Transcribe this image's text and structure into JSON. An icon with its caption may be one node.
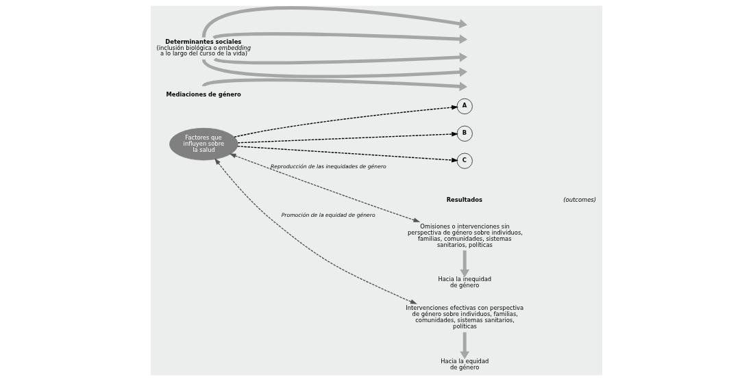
{
  "diagram": {
    "nodes": [
      {
        "text": [
          "Factores que influyen sobre la salud"
        ]
      },
      {
        "text": [
          "Mediaciones de género"
        ]
      },
      {
        "text": [
          "Determinantes sociales",
          "(inclusión biológica o *embedding* a lo largo del curso de la vida)"
        ]
      },
      {
        "text": [
          "A"
        ]
      },
      {
        "text": [
          "B"
        ]
      },
      {
        "text": [
          "C"
        ]
      },
      {
        "text": [
          "Intervenciones efectivas con perspectiva de género sobre individuos, familias, comunidades, sistemas sanitarios, políticas"
        ]
      },
      {
        "text": [
          "Hacia la equidad de género"
        ]
      },
      {
        "text": [
          "Omisiones o intervenciones sin perspectiva de género sobre individuos, familias, comunidades, sistemas sanitarios, políticas"
        ]
      },
      {
        "text": [
          "Hacia la inequidad de género"
        ]
      }
    ],
    "edges": [
      {
        "from": 0,
        "to": 3,
        "arrow": "to",
        "style": "dashed",
        "color": "#000000"
      },
      {
        "from": 0,
        "to": 4,
        "arrow": "to",
        "style": "dashed",
        "color": "#000000"
      },
      {
        "from": 0,
        "to": 5,
        "arrow": "to",
        "style": "dashed",
        "color": "#000000"
      },
      {
        "from": 1,
        "to": null,
        "arrow": "to"
      },
      {
        "from": 2,
        "to": null,
        "arrow": "to"
      },
      {
        "from": 2,
        "to": null,
        "arrow": "to"
      },
      {
        "from": 2,
        "to": null,
        "arrow": "to"
      },
      {
        "from": 2,
        "to": null,
        "arrow": "to"
      },
      {
        "from": 6,
        "to": 7,
        "arrow": "to"
      },
      {
        "from": 8,
        "to": 9,
        "arrow": "to"
      },
      {
        "from": 6,
        "to": 0,
        "arrow": "both",
        "style": "dashed",
        "color": "#555555",
        "label": "Promoción de la equidad de género"
      },
      {
        "from": 0,
        "to": 8,
        "arrow": "both",
        "style": "dashed",
        "color": "#555555",
        "label": "Reproducción de las inequidades de género"
      }
    ],
    "labels": [
      "Resultados",
      "(outcomes)"
    ]
  }
}
